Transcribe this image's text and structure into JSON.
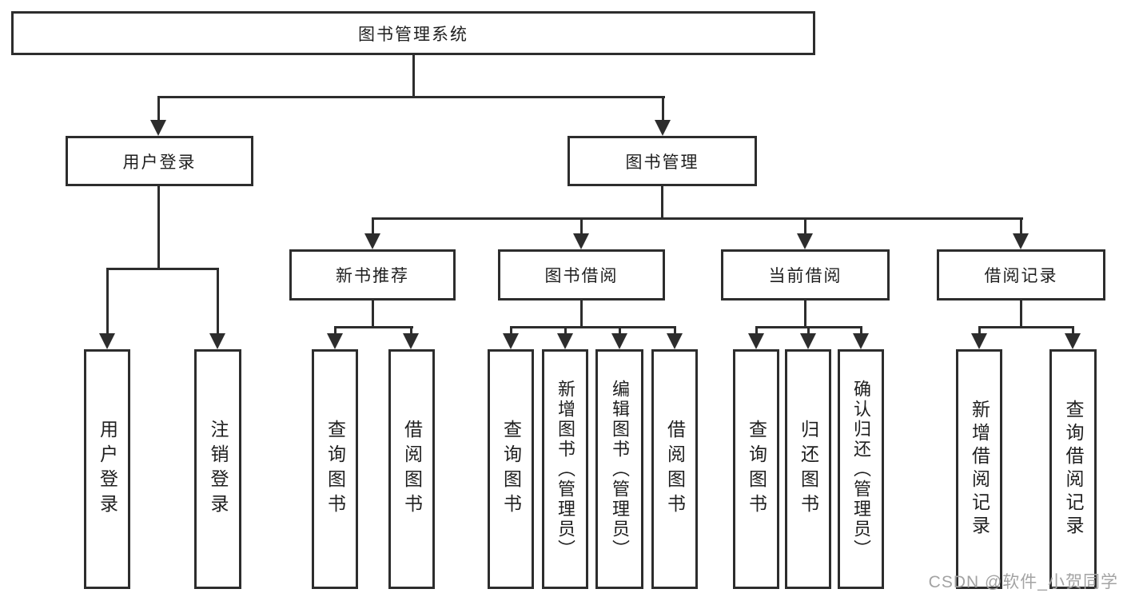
{
  "diagram": {
    "type": "hierarchy-tree",
    "root": "图书管理系统",
    "level2": {
      "user_login": "用户登录",
      "book_mgmt": "图书管理"
    },
    "level3": {
      "new_book_rec": "新书推荐",
      "book_borrow": "图书借阅",
      "current_borrow": "当前借阅",
      "borrow_record": "借阅记录"
    },
    "leaves": {
      "ul_user_login": "用户登录",
      "ul_logout": "注销登录",
      "nb_query_book": "查询图书",
      "nb_borrow_book": "借阅图书",
      "bb_query_book": "查询图书",
      "bb_add_book_admin": "新增图书（管理员）",
      "bb_edit_book_admin": "编辑图书（管理员）",
      "bb_borrow_book": "借阅图书",
      "cb_query_book": "查询图书",
      "cb_return_book": "归还图书",
      "cb_confirm_return_admin": "确认归还（管理员）",
      "br_add_record": "新增借阅记录",
      "br_query_record": "查询借阅记录"
    },
    "watermark": "CSDN @软件_小贺同学",
    "colors": {
      "line": "#2d2d2d",
      "text": "#1f1f1f",
      "background": "#ffffff",
      "watermark": "#a3a3a3"
    }
  }
}
